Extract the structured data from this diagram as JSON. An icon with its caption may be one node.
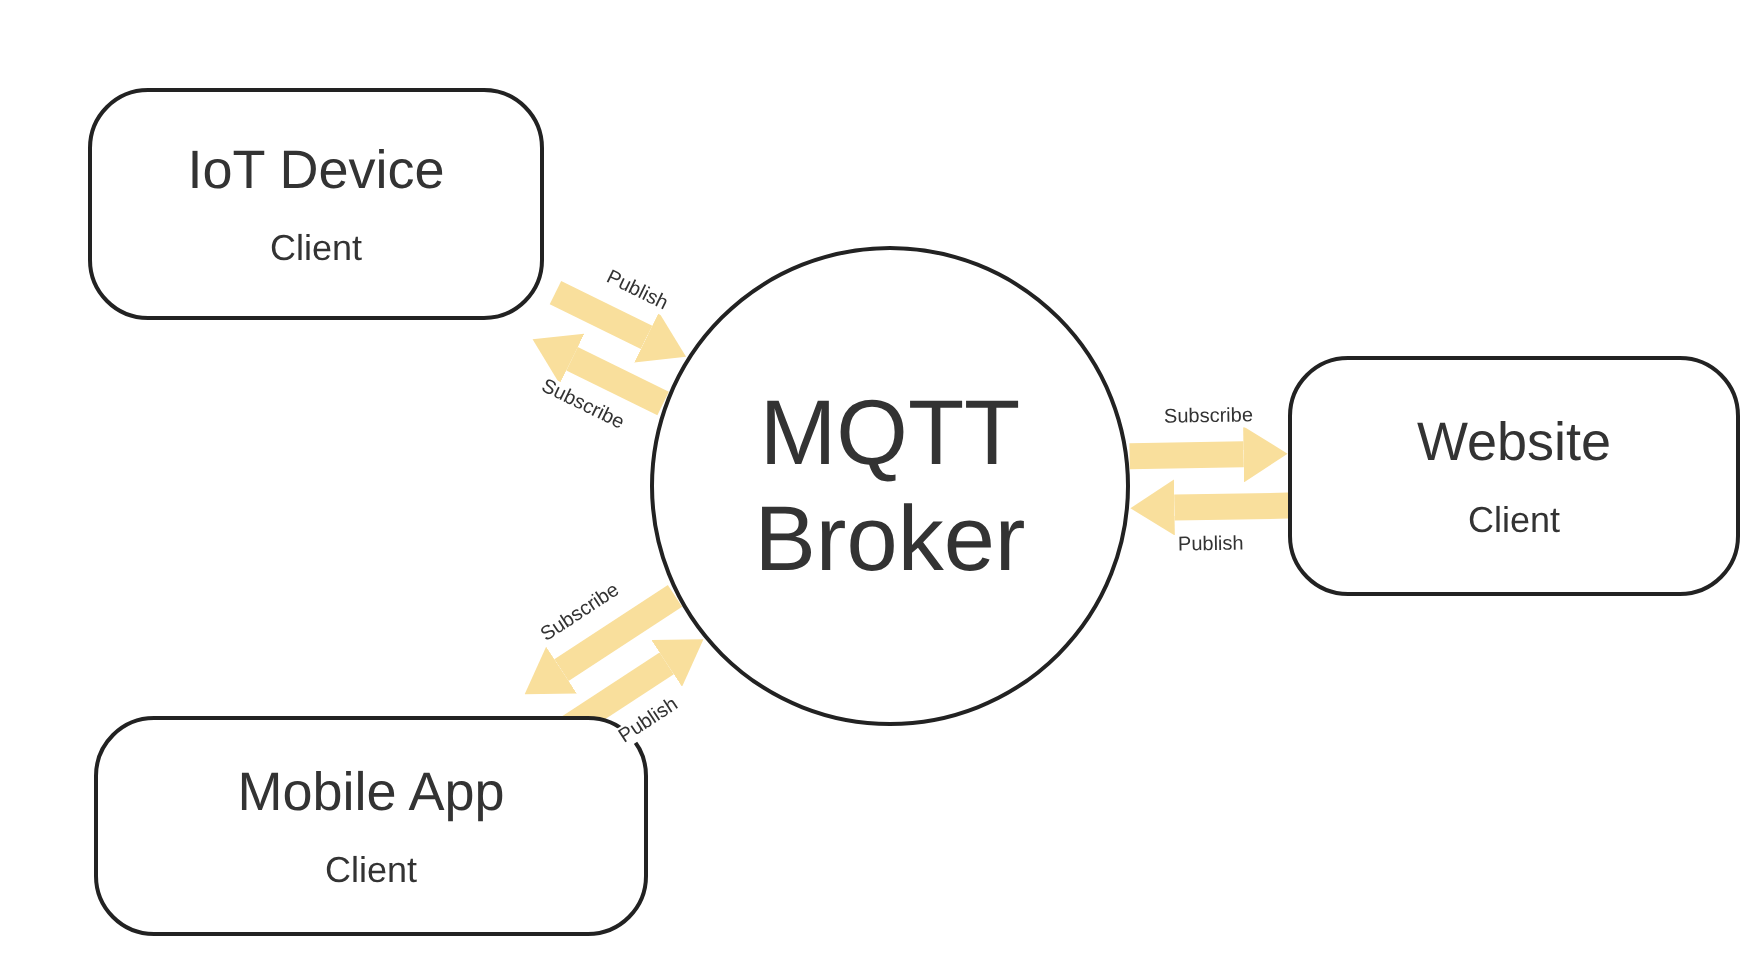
{
  "diagram": {
    "nodes": [
      {
        "text": [
          "IoT Device",
          "Client"
        ]
      },
      {
        "text": [
          "MQTT Broker"
        ]
      },
      {
        "text": [
          "Website",
          "Client"
        ]
      },
      {
        "text": [
          "Mobile App",
          "Client"
        ]
      }
    ],
    "edges": [
      {
        "from": 0,
        "to": 1,
        "arrow": "to",
        "label": "Publish"
      },
      {
        "from": 1,
        "to": 0,
        "arrow": "to",
        "label": "Subscribe"
      },
      {
        "from": 1,
        "to": 2,
        "arrow": "to",
        "label": "Subscribe"
      },
      {
        "from": 2,
        "to": 1,
        "arrow": "to",
        "label": "Publish"
      },
      {
        "from": 1,
        "to": 3,
        "arrow": "to",
        "label": "Subscribe"
      },
      {
        "from": 3,
        "to": 1,
        "arrow": "to",
        "label": "Publish"
      }
    ]
  }
}
